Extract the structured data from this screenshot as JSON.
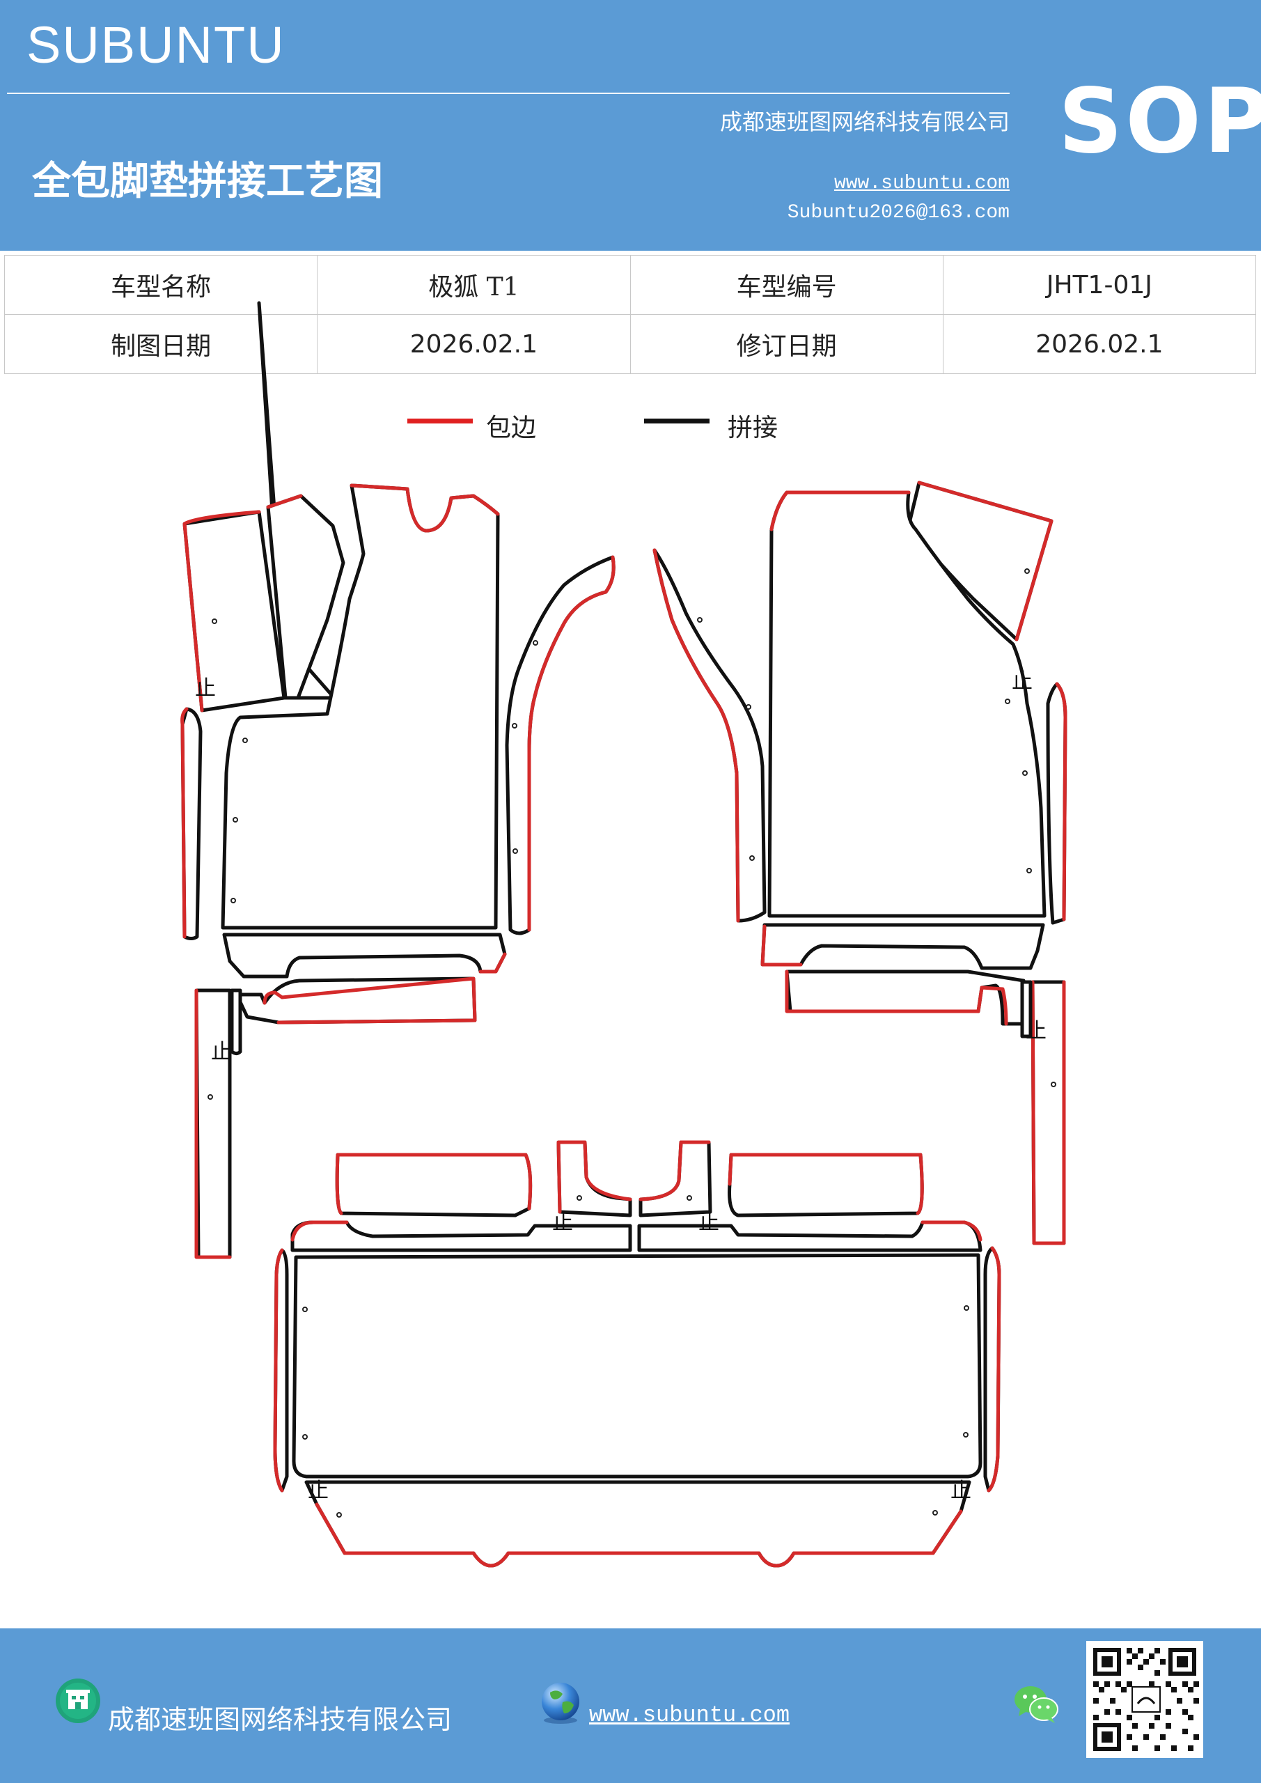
{
  "header": {
    "brand": "SUBUNTU",
    "company": "成都速班图网络科技有限公司",
    "title": "全包脚垫拼接工艺图",
    "website": "www.subuntu.com",
    "email": "Subuntu2026@163.com",
    "badge": "SOP"
  },
  "info_table": {
    "rows": [
      [
        "车型名称",
        "极狐 T1",
        "车型编号",
        "JHT1-01J"
      ],
      [
        "制图日期",
        "2026.02.1",
        "修订日期",
        "2026.02.1"
      ]
    ]
  },
  "legend": {
    "items": [
      {
        "label": "包边",
        "color": "#e02020"
      },
      {
        "label": "拼接",
        "color": "#111111"
      }
    ]
  },
  "drawing": {
    "stop_mark": "止",
    "edge_color": "#d42a2a",
    "seam_color": "#111111"
  },
  "footer": {
    "company": "成都速班图网络科技有限公司",
    "website": "www.subuntu.com"
  },
  "colors": {
    "primary": "#5b9bd5"
  }
}
